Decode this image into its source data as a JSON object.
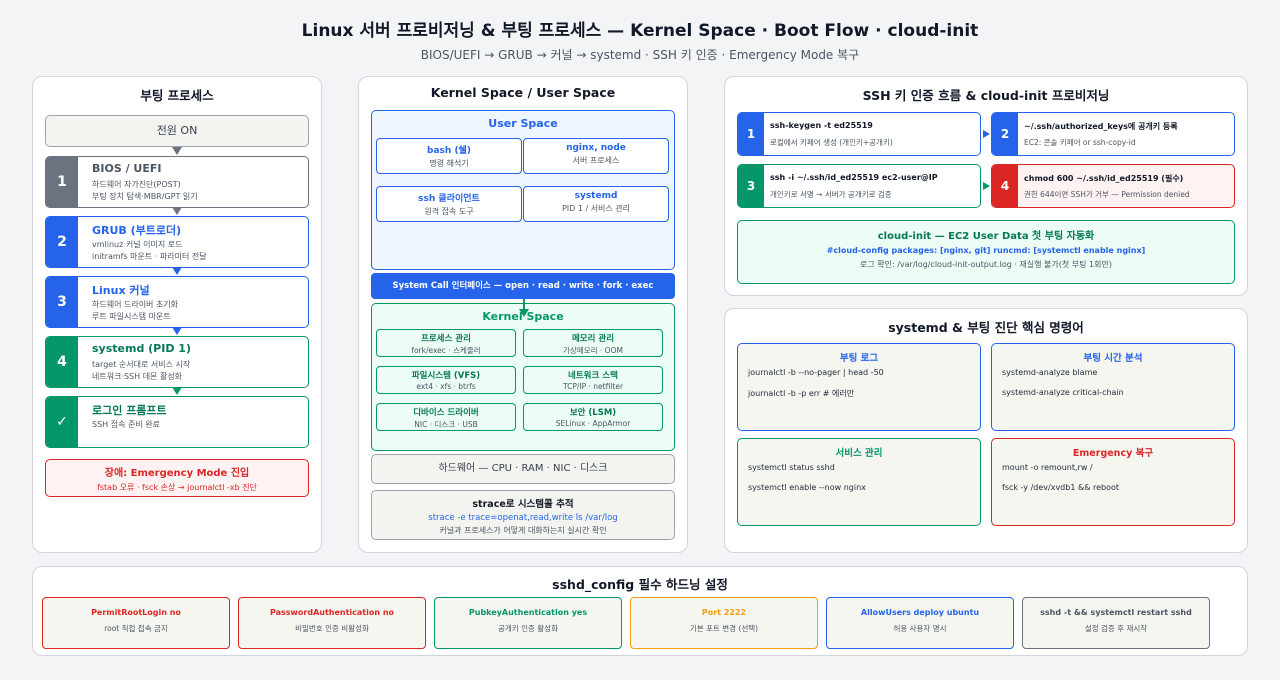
{
  "header": {
    "title": "Linux 서버 프로비저닝 & 부팅 프로세스 — Kernel Space · Boot Flow · cloud-init",
    "subtitle": "BIOS/UEFI → GRUB → 커널 → systemd · SSH 키 인증 · Emergency Mode 복구"
  },
  "boot": {
    "title": "부팅 프로세스",
    "power": "전원 ON",
    "steps": [
      {
        "num": "1",
        "title": "BIOS / UEFI",
        "lines": [
          "하드웨어 자가진단(POST)",
          "부팅 장치 탐색·MBR/GPT 읽기"
        ]
      },
      {
        "num": "2",
        "title": "GRUB (부트로더)",
        "lines": [
          "vmlinuz 커널 이미지 로드",
          "initramfs 마운트 · 파라미터 전달"
        ]
      },
      {
        "num": "3",
        "title": "Linux 커널",
        "lines": [
          "하드웨어 드라이버 초기화",
          "루트 파일시스템 마운트"
        ]
      },
      {
        "num": "4",
        "title": "systemd (PID 1)",
        "lines": [
          "target 순서대로 서비스 시작",
          "네트워크·SSH 데몬 활성화"
        ]
      },
      {
        "num": "✓",
        "title": "로그인 프롬프트",
        "lines": [
          "SSH 접속 준비 완료"
        ]
      }
    ],
    "fault": {
      "title": "장애: Emergency Mode 진입",
      "desc": "fstab 오류 · fsck 손상 → journalctl -xb 진단"
    }
  },
  "kernel": {
    "title": "Kernel Space / User Space",
    "user_space": {
      "title": "User Space",
      "items": [
        {
          "title": "bash (쉘)",
          "desc": "명령 해석기"
        },
        {
          "title": "nginx, node",
          "desc": "서버 프로세스"
        },
        {
          "title": "ssh 클라이언트",
          "desc": "원격 접속 도구"
        },
        {
          "title": "systemd",
          "desc": "PID 1 / 서비스 관리"
        }
      ]
    },
    "syscall": "System Call 인터페이스 — open · read · write · fork · exec",
    "kernel_space": {
      "title": "Kernel Space",
      "items": [
        {
          "title": "프로세스 관리",
          "desc": "fork/exec · 스케줄러"
        },
        {
          "title": "메모리 관리",
          "desc": "가상메모리 · OOM"
        },
        {
          "title": "파일시스템 (VFS)",
          "desc": "ext4 · xfs · btrfs"
        },
        {
          "title": "네트워크 스택",
          "desc": "TCP/IP · netfilter"
        },
        {
          "title": "디바이스 드라이버",
          "desc": "NIC · 디스크 · USB"
        },
        {
          "title": "보안 (LSM)",
          "desc": "SELinux · AppArmor"
        }
      ]
    },
    "hardware": "하드웨어 — CPU · RAM · NIC · 디스크",
    "strace": {
      "title": "strace로 시스템콜 추적",
      "cmd": "strace -e trace=openat,read,write ls /var/log",
      "desc": "커널과 프로세스가 어떻게 대화하는지 실시간 확인"
    }
  },
  "ssh": {
    "title": "SSH 키 인증 흐름 & cloud-init 프로비저닝",
    "steps": [
      {
        "num": "1",
        "title": "ssh-keygen -t ed25519",
        "desc": "로컬에서 키페어 생성 (개인키+공개키)"
      },
      {
        "num": "2",
        "title": "~/.ssh/authorized_keys에 공개키 등록",
        "desc": "EC2: 콘솔 키페어 or ssh-copy-id"
      },
      {
        "num": "3",
        "title": "ssh -i ~/.ssh/id_ed25519 ec2-user@IP",
        "desc": "개인키로 서명 → 서버가 공개키로 검증"
      },
      {
        "num": "4",
        "title": "chmod 600 ~/.ssh/id_ed25519 (필수)",
        "desc": "권한 644이면 SSH가 거부 — Permission denied"
      }
    ],
    "cloud_init": {
      "title": "cloud-init — EC2 User Data 첫 부팅 자동화",
      "code": "#cloud-config packages: [nginx, git] runcmd: [systemctl enable nginx]",
      "desc": "로그 확인: /var/log/cloud-init-output.log · 재실행 불가(첫 부팅 1회만)"
    }
  },
  "commands": {
    "title": "systemd & 부팅 진단 핵심 명령어",
    "boxes": [
      {
        "title": "부팅 로그",
        "lines": [
          "journalctl -b --no-pager | head -50",
          "journalctl -b -p err # 에러만"
        ]
      },
      {
        "title": "부팅 시간 분석",
        "lines": [
          "systemd-analyze blame",
          "systemd-analyze critical-chain"
        ]
      },
      {
        "title": "서비스 관리",
        "lines": [
          "systemctl status sshd",
          "systemctl enable --now nginx"
        ]
      },
      {
        "title": "Emergency 복구",
        "lines": [
          "mount -o remount,rw /",
          "fsck -y /dev/xvdb1 && reboot"
        ]
      }
    ]
  },
  "sshd": {
    "title": "sshd_config 필수 하드닝 설정",
    "items": [
      {
        "title": "PermitRootLogin no",
        "desc": "root 직접 접속 금지"
      },
      {
        "title": "PasswordAuthentication no",
        "desc": "비밀번호 인증 비활성화"
      },
      {
        "title": "PubkeyAuthentication yes",
        "desc": "공개키 인증 활성화"
      },
      {
        "title": "Port 2222",
        "desc": "기본 포트 변경 (선택)"
      },
      {
        "title": "AllowUsers deploy ubuntu",
        "desc": "허용 사용자 명시"
      },
      {
        "title": "sshd -t && systemctl restart sshd",
        "desc": "설정 검증 후 재시작"
      }
    ]
  },
  "colors": {
    "gray": "#6b7280",
    "blue": "#2563eb",
    "green": "#059669",
    "red": "#dc2626",
    "orange": "#f59e0b"
  }
}
